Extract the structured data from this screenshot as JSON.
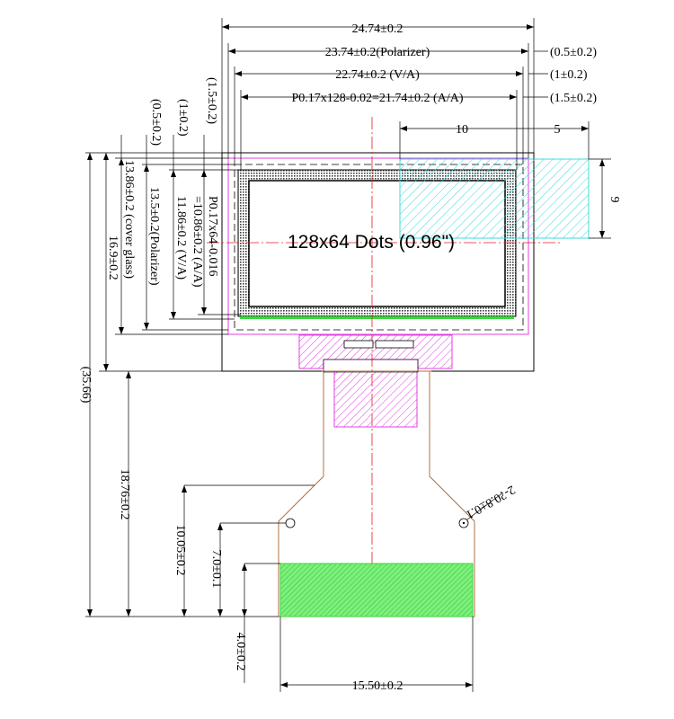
{
  "dims": {
    "outline_w": "24.74±0.2",
    "polarizer_w": "23.74±0.2(Polarizer)",
    "va_w": "22.74±0.2 (V/A)",
    "aa_w": "P0.17x128-0.02=21.74±0.2 (A/A)",
    "off_05": "(0.5±0.2)",
    "off_1": "(1±0.2)",
    "off_15": "(1.5±0.2)",
    "box_10": "10",
    "box_5": "5",
    "box_9": "9",
    "left_05": "(0.5±0.2)",
    "left_1": "(1±0.2)",
    "left_15": "(1.5±0.2)",
    "aa_h_1": "P0.17x64-0.016",
    "aa_h_2": "=10.86±0.2 (A/A)",
    "va_h": "11.86±0.2 (V/A)",
    "polarizer_h": "13.5±0.2(Polarizer)",
    "cover_glass_h": "13.86±0.2 (cover glass)",
    "panel_h": "16.9±0.2",
    "total_h": "(35.66)",
    "fpc_h": "18.76±0.2",
    "hole_pos": "10.05±0.2",
    "stiffener_h": "7.0±0.1",
    "pin_h": "4.0±0.2",
    "fpc_w": "15.50±0.2",
    "hole_d": "2-?0.8±0.1"
  },
  "display_label": "128x64 Dots (0.96\")",
  "colors": {
    "magenta": "#e040e0",
    "cyan": "#40e0e0",
    "green": "#3ad83a",
    "brown": "#b07040",
    "red": "#e02020"
  }
}
